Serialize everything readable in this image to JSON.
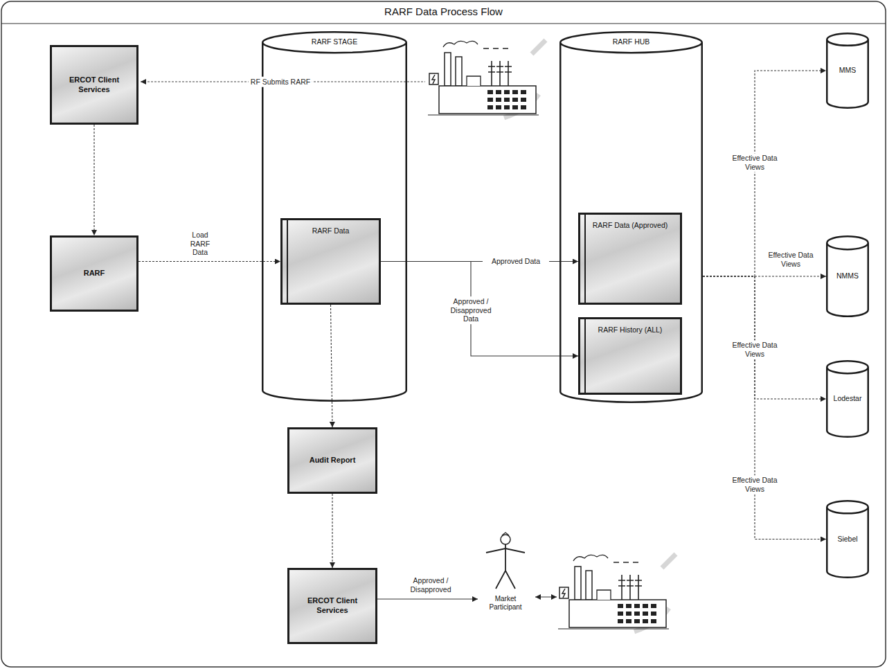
{
  "diagram": {
    "title": "RARF Data Process Flow",
    "nodes": [
      {
        "text": [
          "ERCOT Client Services"
        ]
      },
      {
        "text": [
          "RARF"
        ]
      },
      {
        "text": [
          "RARF STAGE"
        ]
      },
      {
        "text": [
          "RARF Data"
        ],
        "in": 2
      },
      {
        "text": [
          "Audit Report"
        ]
      },
      {
        "text": [
          "ERCOT Client Services"
        ]
      },
      {
        "text": [
          "Market Participant"
        ]
      },
      {
        "text": [
          "RARF HUB"
        ]
      },
      {
        "text": [
          "RARF Data (Approved)"
        ],
        "in": 7
      },
      {
        "text": [
          "RARF History (ALL)"
        ],
        "in": 7
      },
      {
        "text": [
          "MMS"
        ]
      },
      {
        "text": [
          "NMMS"
        ]
      },
      {
        "text": [
          "Lodestar"
        ]
      },
      {
        "text": [
          "Siebel"
        ]
      }
    ],
    "edges": [
      {
        "from": 0,
        "to": 1,
        "arrow": "to"
      },
      {
        "from": 1,
        "to": 3,
        "label": "Load RARF Data",
        "arrow": "to"
      },
      {
        "from": 3,
        "to": 8,
        "label": "Approved Data",
        "arrow": "to"
      },
      {
        "from": 3,
        "to": 9,
        "label": "Approved / Disapproved Data",
        "arrow": "to"
      },
      {
        "from": 3,
        "to": 4,
        "arrow": "to"
      },
      {
        "from": 4,
        "to": 5,
        "arrow": "to"
      },
      {
        "from": 5,
        "to": 6,
        "label": "Approved / Disapproved",
        "arrow": "to"
      },
      {
        "from": 7,
        "to": 10,
        "label": "Effective Data Views",
        "arrow": "to"
      },
      {
        "from": 7,
        "to": 11,
        "label": "Effective Data Views",
        "arrow": "to"
      },
      {
        "from": 7,
        "to": 12,
        "label": "Effective Data Views",
        "arrow": "to"
      },
      {
        "from": 7,
        "to": 13,
        "label": "Effective Data Views",
        "arrow": "to"
      }
    ],
    "labels": [
      "RF Submits RARF"
    ]
  }
}
